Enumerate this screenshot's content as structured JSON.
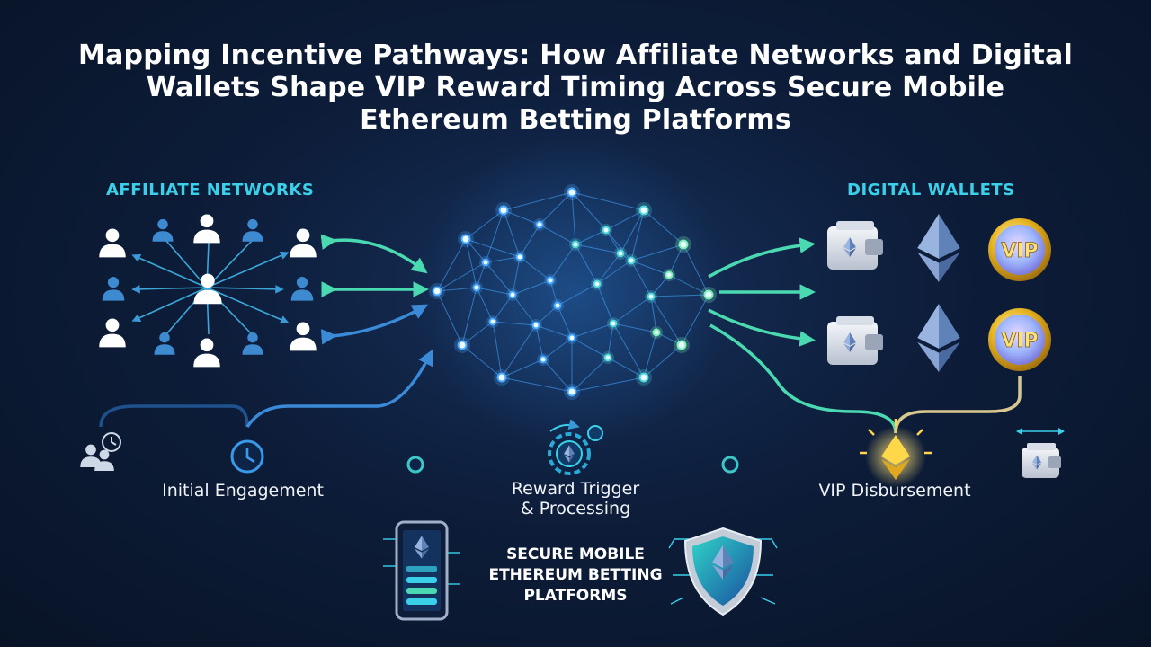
{
  "title": {
    "line1": "Mapping Incentive Pathways: How Affiliate Networks and Digital",
    "line2": "Wallets Shape VIP Reward Timing Across Secure Mobile",
    "line3": "Ethereum Betting Platforms"
  },
  "sections": {
    "affiliate": "AFFILIATE NETWORKS",
    "wallets": "DIGITAL WALLETS"
  },
  "badges": {
    "vip": "VIP"
  },
  "timeline": {
    "stage1": "Initial Engagement",
    "stage2_line1": "Reward Trigger",
    "stage2_line2": "& Processing",
    "stage3": "VIP Disbursement"
  },
  "secure": {
    "line1": "SECURE MOBILE",
    "line2": "ETHEREUM BETTING",
    "line3": "PLATFORMS"
  },
  "colors": {
    "accent_cyan": "#3ad0ea",
    "arrow_teal": "#4ad9b0",
    "arrow_blue": "#3a8ad8",
    "gold": "#f2c230"
  }
}
